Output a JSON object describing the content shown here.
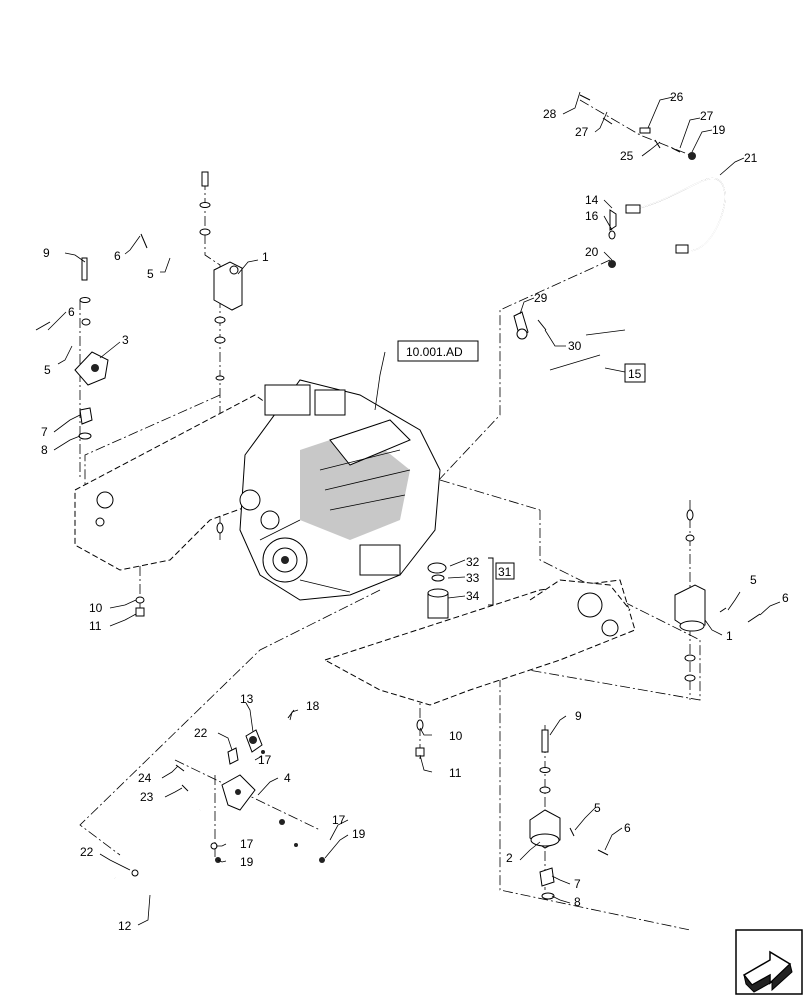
{
  "diagram": {
    "callouts": [
      {
        "id": "c28",
        "text": "28"
      },
      {
        "id": "c26",
        "text": "26"
      },
      {
        "id": "c27a",
        "text": "27"
      },
      {
        "id": "c27b",
        "text": "27"
      },
      {
        "id": "c19a",
        "text": "19"
      },
      {
        "id": "c25",
        "text": "25"
      },
      {
        "id": "c21",
        "text": "21"
      },
      {
        "id": "c14",
        "text": "14"
      },
      {
        "id": "c16",
        "text": "16"
      },
      {
        "id": "c20",
        "text": "20"
      },
      {
        "id": "c29",
        "text": "29"
      },
      {
        "id": "c30",
        "text": "30"
      },
      {
        "id": "c9a",
        "text": "9"
      },
      {
        "id": "c6a",
        "text": "6"
      },
      {
        "id": "c1a",
        "text": "1"
      },
      {
        "id": "c5a",
        "text": "5"
      },
      {
        "id": "c6b",
        "text": "6"
      },
      {
        "id": "c3",
        "text": "3"
      },
      {
        "id": "c5b",
        "text": "5"
      },
      {
        "id": "c7a",
        "text": "7"
      },
      {
        "id": "c8a",
        "text": "8"
      },
      {
        "id": "c10a",
        "text": "10"
      },
      {
        "id": "c11a",
        "text": "11"
      },
      {
        "id": "c32",
        "text": "32"
      },
      {
        "id": "c33",
        "text": "33"
      },
      {
        "id": "c34",
        "text": "34"
      },
      {
        "id": "c5c",
        "text": "5"
      },
      {
        "id": "c6c",
        "text": "6"
      },
      {
        "id": "c1b",
        "text": "1"
      },
      {
        "id": "c13",
        "text": "13"
      },
      {
        "id": "c18",
        "text": "18"
      },
      {
        "id": "c22a",
        "text": "22"
      },
      {
        "id": "c17a",
        "text": "17"
      },
      {
        "id": "c24",
        "text": "24"
      },
      {
        "id": "c4",
        "text": "4"
      },
      {
        "id": "c23",
        "text": "23"
      },
      {
        "id": "c10b",
        "text": "10"
      },
      {
        "id": "c11b",
        "text": "11"
      },
      {
        "id": "c9b",
        "text": "9"
      },
      {
        "id": "c17b",
        "text": "17"
      },
      {
        "id": "c19b",
        "text": "19"
      },
      {
        "id": "c17c",
        "text": "17"
      },
      {
        "id": "c19c",
        "text": "19"
      },
      {
        "id": "c5d",
        "text": "5"
      },
      {
        "id": "c6d",
        "text": "6"
      },
      {
        "id": "c2",
        "text": "2"
      },
      {
        "id": "c7b",
        "text": "7"
      },
      {
        "id": "c8b",
        "text": "8"
      },
      {
        "id": "c22b",
        "text": "22"
      },
      {
        "id": "c12",
        "text": "12"
      }
    ],
    "references": {
      "engine_ref": "10.001.AD",
      "group_31": "31",
      "group_15": "15"
    }
  }
}
